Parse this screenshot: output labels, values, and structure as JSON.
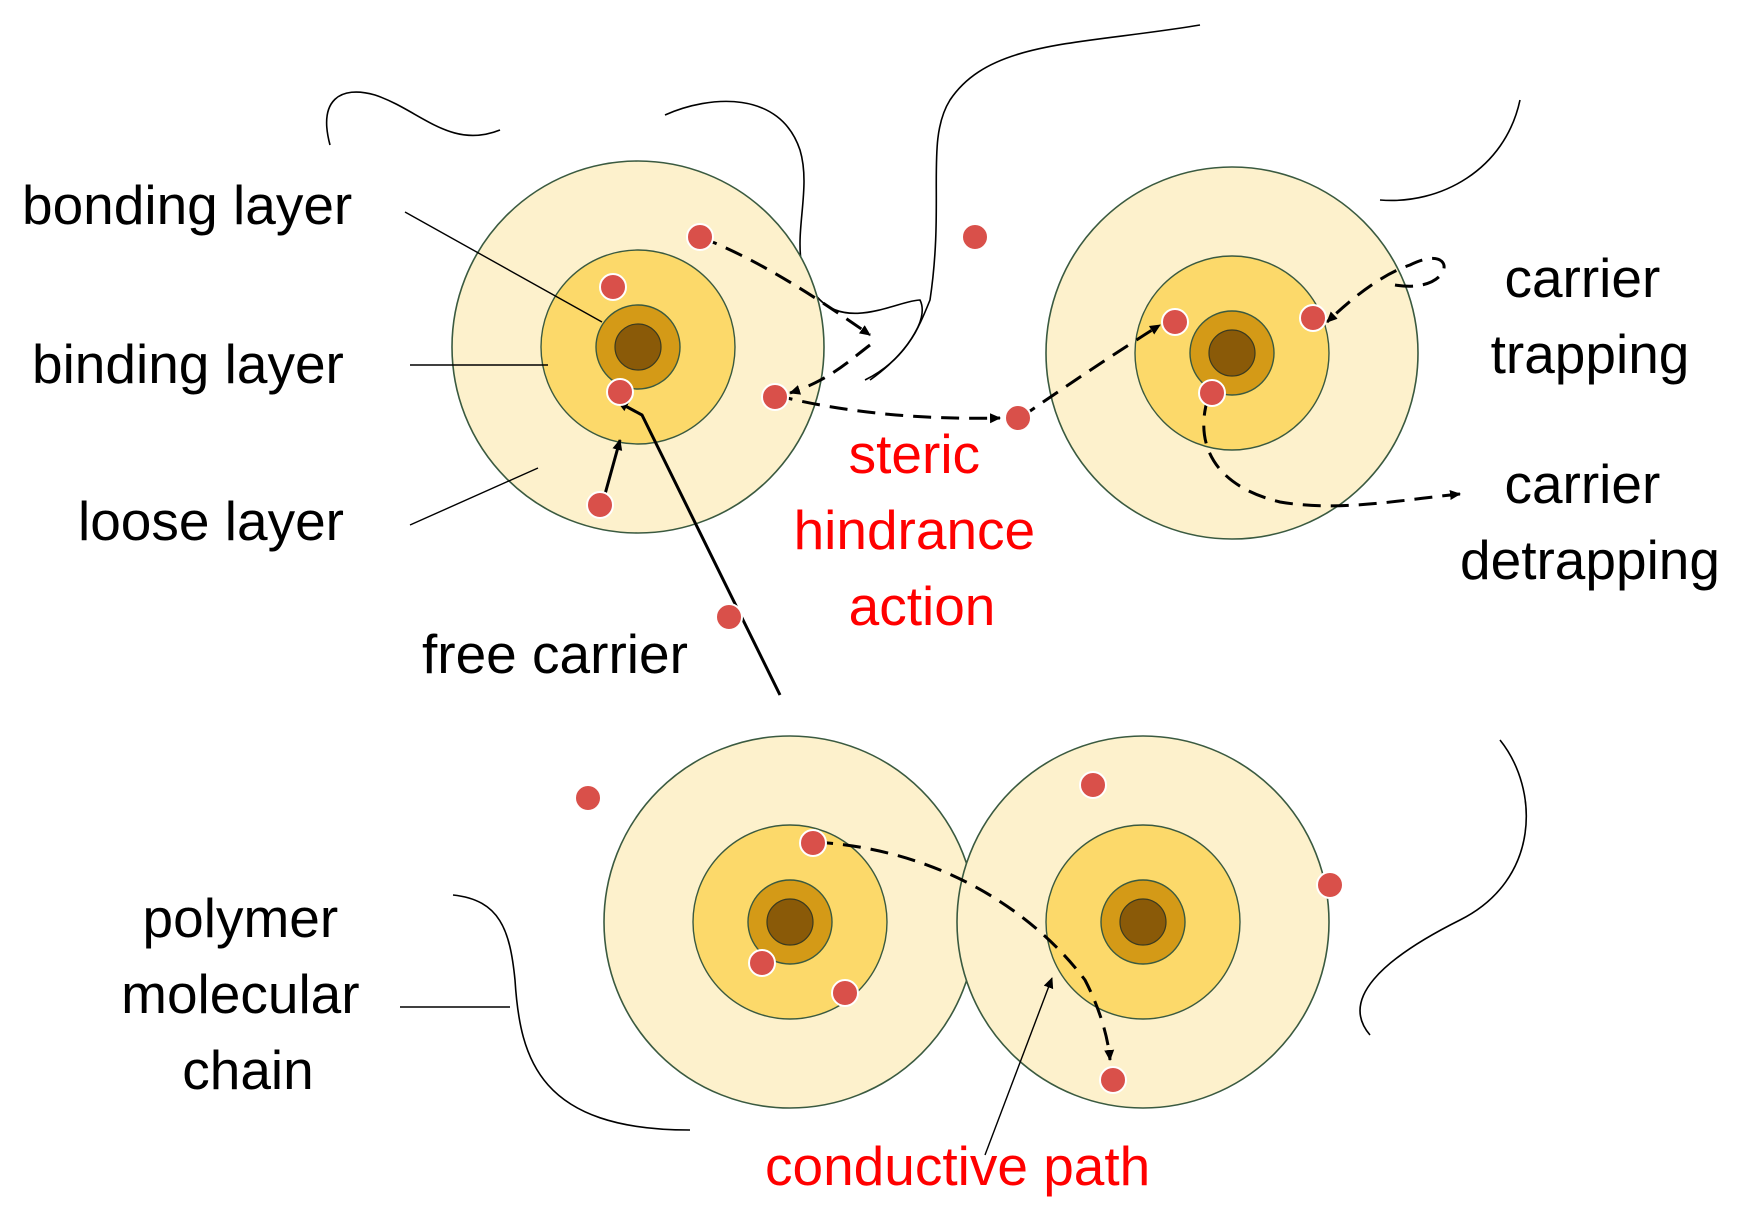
{
  "labels": {
    "bonding_layer": "bonding layer",
    "binding_layer": "binding layer",
    "loose_layer": "loose layer",
    "free_carrier": "free carrier",
    "steric_line1": "steric",
    "steric_line2": "hindrance",
    "steric_line3": "action",
    "trapping_line1": "carrier",
    "trapping_line2": "trapping",
    "detrapping_line1": "carrier",
    "detrapping_line2": "detrapping",
    "polymer_line1": "polymer",
    "polymer_line2": "molecular",
    "polymer_line3": "chain",
    "conductive_path": "conductive path"
  },
  "colors": {
    "loose_layer": "#fdf1cc",
    "binding_layer": "#fcd96a",
    "bonding_layer": "#d49a17",
    "core": "#8a5a08",
    "carrier": "#d9504a",
    "highlight_text": "#ff0000"
  }
}
